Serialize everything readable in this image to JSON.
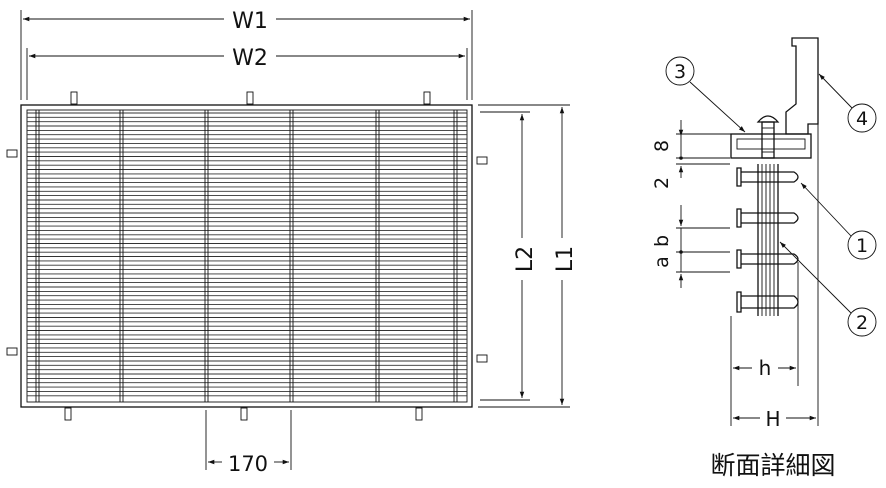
{
  "plan": {
    "w1": "W1",
    "w2": "W2",
    "l1": "L1",
    "l2": "L2",
    "pitch": "170"
  },
  "section": {
    "dim_top": "8",
    "dim_gap": "2",
    "dim_a": "a",
    "dim_b": "b",
    "dim_h": "h",
    "dim_H": "H",
    "callouts": [
      "3",
      "4",
      "1",
      "2"
    ],
    "title": "断面詳細図"
  }
}
